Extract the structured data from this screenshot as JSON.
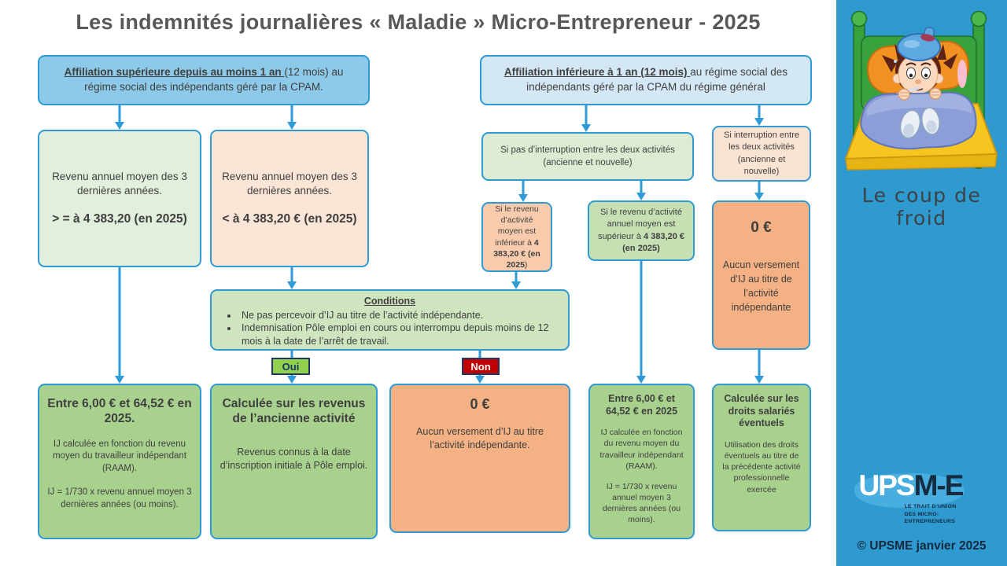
{
  "title": "Les indemnités journalières « Maladie » Micro-Entrepreneur - 2025",
  "flow": {
    "affil_sup": {
      "head": "Affiliation supérieure depuis au moins 1 an ",
      "rest": "(12 mois) au régime social des indépendants géré par la CPAM."
    },
    "affil_inf": {
      "head": "Affiliation inférieure à 1 an (12 mois) ",
      "rest": "au régime social des indépendants géré par la CPAM du régime général"
    },
    "raam_sup": {
      "body": "Revenu annuel moyen des 3 dernières années.",
      "threshold": "> = à 4 383,20 (en 2025)"
    },
    "raam_inf": {
      "body": "Revenu annuel moyen des 3 dernières années.",
      "threshold": "< à 4 383,20 € (en 2025)"
    },
    "no_interruption": {
      "body": "Si pas d’interruption entre les deux activités (ancienne et nouvelle)"
    },
    "interruption": {
      "body": "Si interruption entre les deux activités (ancienne et nouvelle)"
    },
    "revenu_inf": {
      "pre": "Si le revenu d’activité moyen est inférieur à ",
      "bold": "4 383,20 € (en 2025",
      "post": ")"
    },
    "revenu_sup": {
      "pre": "Si le revenu d’activité annuel moyen est supérieur à ",
      "bold": "4 383,20 € (en 2025)"
    },
    "zero_right": {
      "amount": "0 €",
      "body": "Aucun versement d’IJ au titre de l’activité indépendante"
    },
    "conditions": {
      "title": "Conditions",
      "bullets": [
        "Ne pas percevoir d’IJ au titre de l’activité indépendante.",
        "Indemnisation Pôle emploi en cours ou interrompu depuis moins de 12 mois à la date de l’arrêt de travail."
      ]
    },
    "oui": "Oui",
    "non": "Non",
    "result_raam_sup": {
      "title": "Entre 6,00 € et 64,52 € en 2025.",
      "p1": "IJ calculée en fonction du revenu moyen du travailleur indépendant (RAAM).",
      "p2": "IJ = 1/730 x revenu annuel moyen 3 dernières années (ou moins)."
    },
    "result_ancienne": {
      "title": "Calculée sur les revenus de l’ancienne activité",
      "p1": "Revenus connus à la date d’inscription initiale à Pôle emploi."
    },
    "result_zero": {
      "amount": "0 €",
      "p1": "Aucun versement d’IJ au titre l’activité indépendante."
    },
    "result_raam_sup2": {
      "title": "Entre 6,00 € et 64,52 € en 2025",
      "p1": "IJ calculée en fonction du revenu moyen du travailleur indépendant (RAAM).",
      "p2": "IJ = 1/730 x revenu annuel moyen 3 dernières années (ou moins)."
    },
    "result_droits": {
      "title": "Calculée sur les droits salariés éventuels",
      "p1": "Utilisation des droits éventuels au titre de la précédente activité professionnelle exercée"
    }
  },
  "sidebar": {
    "caption": "Le coup de froid",
    "logo": {
      "ups": "UPS",
      "me": "M-E",
      "tagline1": "LE TRAIT D’UNION",
      "tagline2": "DES MICRO-ENTREPRENEURS"
    },
    "copyright": "© UPSME janvier 2025"
  },
  "colors": {
    "accent_blue": "#2E9BD6",
    "sidebar_blue": "#2E9ACF",
    "oui_green": "#92D050",
    "non_red": "#C00000"
  }
}
